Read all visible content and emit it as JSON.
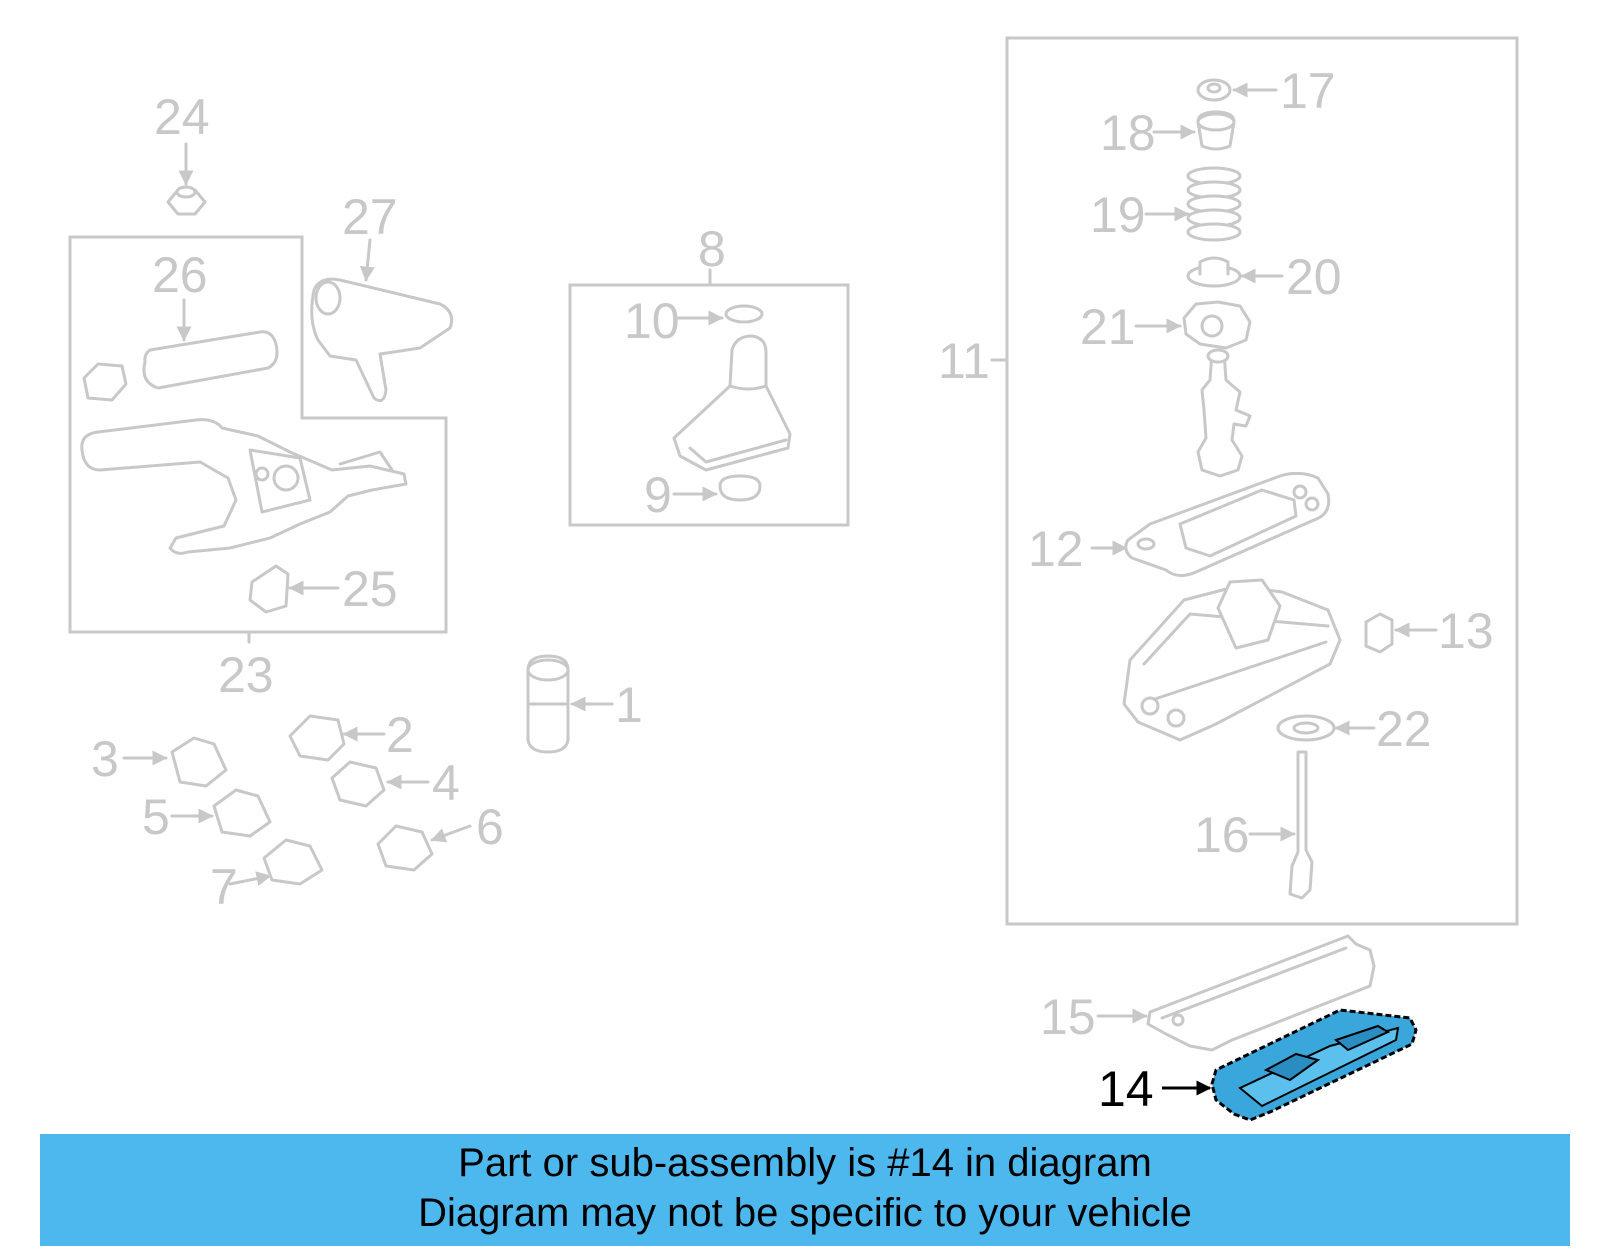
{
  "callouts": {
    "c1": "1",
    "c2": "2",
    "c3": "3",
    "c4": "4",
    "c5": "5",
    "c6": "6",
    "c7": "7",
    "c8": "8",
    "c9": "9",
    "c10": "10",
    "c11": "11",
    "c12": "12",
    "c13": "13",
    "c14": "14",
    "c15": "15",
    "c16": "16",
    "c17": "17",
    "c18": "18",
    "c19": "19",
    "c20": "20",
    "c21": "21",
    "c22": "22",
    "c23": "23",
    "c24": "24",
    "c25": "25",
    "c26": "26",
    "c27": "27"
  },
  "banner": {
    "line1": "Part or sub-assembly is #14 in diagram",
    "line2": "Diagram may not be specific to your vehicle"
  },
  "colors": {
    "banner": "#4cb8ee",
    "highlight_part": "#3aa7dc",
    "inactive_line": "#c8c8c8",
    "active_text": "#000000"
  }
}
